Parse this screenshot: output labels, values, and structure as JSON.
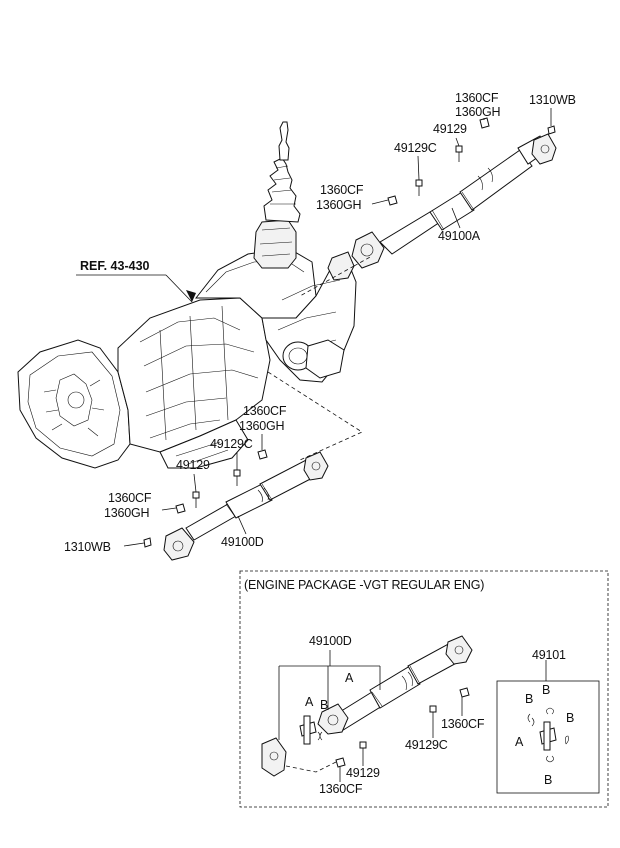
{
  "callouts": {
    "c_1360cf_top": "1360CF",
    "c_1360gh_top": "1360GH",
    "c_1310wb_top": "1310WB",
    "c_49129_top": "49129",
    "c_49129c_top": "49129C",
    "c_1360cf_mid": "1360CF",
    "c_1360gh_mid": "1360GH",
    "c_49100a": "49100A",
    "c_ref": "REF. 43-430",
    "c_1360cf_l1": "1360CF",
    "c_1360gh_l1": "1360GH",
    "c_49129c_l": "49129C",
    "c_49129_l": "49129",
    "c_1360cf_l2": "1360CF",
    "c_1360gh_l2": "1360GH",
    "c_1310wb_l": "1310WB",
    "c_49100d": "49100D"
  },
  "inset": {
    "title": "(ENGINE PACKAGE -VGT REGULAR ENG)",
    "c_49100d": "49100D",
    "c_49101": "49101",
    "c_a1": "A",
    "c_a2": "A",
    "c_a3": "A",
    "c_b1": "B",
    "c_b2": "B",
    "c_b3": "B",
    "c_b4": "B",
    "c_b5": "B",
    "c_1360cf_r": "1360CF",
    "c_49129c": "49129C",
    "c_49129": "49129",
    "c_1360cf_b": "1360CF"
  }
}
